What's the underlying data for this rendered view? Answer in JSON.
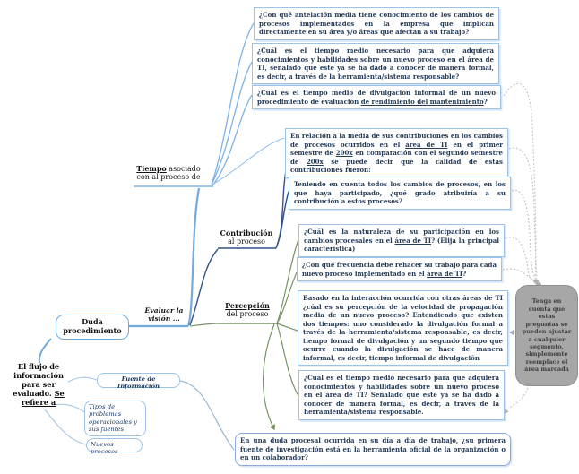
{
  "map": {
    "root_box": "Duda procedimiento",
    "evaluar_label": "Evaluar la visión ...",
    "flujo": {
      "text": "El flujo de información para ser evaluado. ",
      "underlined": "Se refiere a"
    },
    "branches": {
      "tiempo": {
        "keyword": "Tiempo",
        "rest": " asociado",
        "line2": "con al proceso de"
      },
      "contribucion": {
        "keyword": "Contribución",
        "line2": "al proceso"
      },
      "percepcion": {
        "keyword": "Percepción",
        "line2": "del proceso"
      }
    },
    "sources": {
      "fuente": "Fuente de Información",
      "tipos": "Tipos de problemas operacionales y sus fuentes",
      "nuevos": "Nuevos procesos"
    },
    "note": "Tenga en cuenta que estas preguntas se pueden ajustar a cualquier segmento, simplemente reemplace el área marcada"
  },
  "questions": {
    "q1": {
      "t1": "¿Con qué antelación media tiene conocimiento de los cambios de procesos implementados en la empresa que implican directamente en su área y/o áreas que afectan a su trabajo?"
    },
    "q2": {
      "t1": "¿Cuál es el tiempo medio necesario para que adquiera conocimientos y habilidades sobre un nuevo proceso en el área de TI, señalado que este ya se ha dado a conocer de manera formal, es decir, a través de la herramienta/sistema responsable?"
    },
    "q3": {
      "t1": "¿Cuál es el tiempo medio de divulgación informal de un nuevo procedimiento de evaluación ",
      "u1": "de rendimiento del mantenimiento",
      "t2": "?"
    },
    "q4": {
      "t1": "En relación a la media de sus contribuciones en los cambios de procesos ocurridos en el ",
      "u1": "área de TI",
      "t2": " en el primer semestre de ",
      "u2": "200x",
      "t3": " en comparación con el segundo semestre de ",
      "u3": "200x",
      "t4": " se puede decir que la calidad de estas contribuciones fueron:"
    },
    "q5": {
      "t1": "Teniendo en cuenta todos los cambios de procesos, en los que haya participado, ¿qué grado  atribuiría a su contribución a estos procesos?"
    },
    "q6": {
      "t1": "¿Cuál es la naturaleza de su participación en los cambios procesales en el ",
      "u1": "área de TI",
      "t2": "? (Elija la principal característica)"
    },
    "q7": {
      "t1": "¿Con qué frecuencia debe rehacer su trabajo para cada nuevo proceso implementado en el ",
      "u1": "área de TI",
      "t2": "?"
    },
    "q8": {
      "t1": "Basado en  la interacción ocurrida con otras áreas de TI ¿cúal es su percepción de la velocidad de propagación media de un nuevo proceso? Entendiendo que existen dos tiempos: uno considerado la divulgación formal a través de la herramienta/sistema responsable, es decir, tiempo formal de divulgación y un segundo tiempo que ocurre cuando la divulgación se hace de manera informal, es decir, tiempo informal de divulgación"
    },
    "q9": {
      "t1": "¿Cuál es el tiempo medio necesario para que adquiera conocimientos y habilidades sobre un nuevo proceso en el área de TI? Señalado que este ya se ha dado a conocer de manera formal, es decir, a través de la herramienta/sistema responsable."
    },
    "q10": {
      "t1": "En una duda procesal ocurrida en su día a día de trabajo,  ¿su primera fuente de investigación está en la herramienta oficial de la organización o en un colaborador?"
    }
  },
  "colors": {
    "tiempo_branch": "#7fb2e5",
    "contribucion_branch": "#34508c",
    "percepcion_branch": "#7a9464",
    "box_border": "#9dc3e6",
    "note_fill": "#a7a7a7",
    "dashed_link": "#c0c0c0",
    "text": "#243a55"
  }
}
